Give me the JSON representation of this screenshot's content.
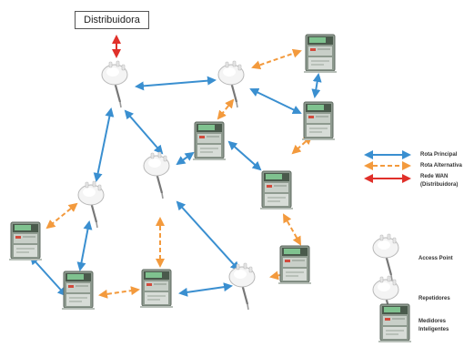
{
  "distributor": {
    "label": "Distribuidora"
  },
  "legend": {
    "main_route": "Rota Principal",
    "alt_route": "Rota Alternativa",
    "wan_line1": "Rede WAN",
    "wan_line2": "(Distribuidora)",
    "access_point": "Access Point",
    "repeaters": "Repetidores",
    "meters_line1": "Medidores",
    "meters_line2": "Inteligentes"
  },
  "colors": {
    "main_route": "#3a8fd0",
    "alt_route": "#f39a3d",
    "wan": "#e0302a",
    "meter_body": "#8e9a8f",
    "meter_screen": "#7fc28f",
    "device_white": "#f4f4f4"
  },
  "icons": {
    "access_point": "access-point-icon",
    "repeater": "repeater-icon",
    "meter": "smart-meter-icon"
  }
}
